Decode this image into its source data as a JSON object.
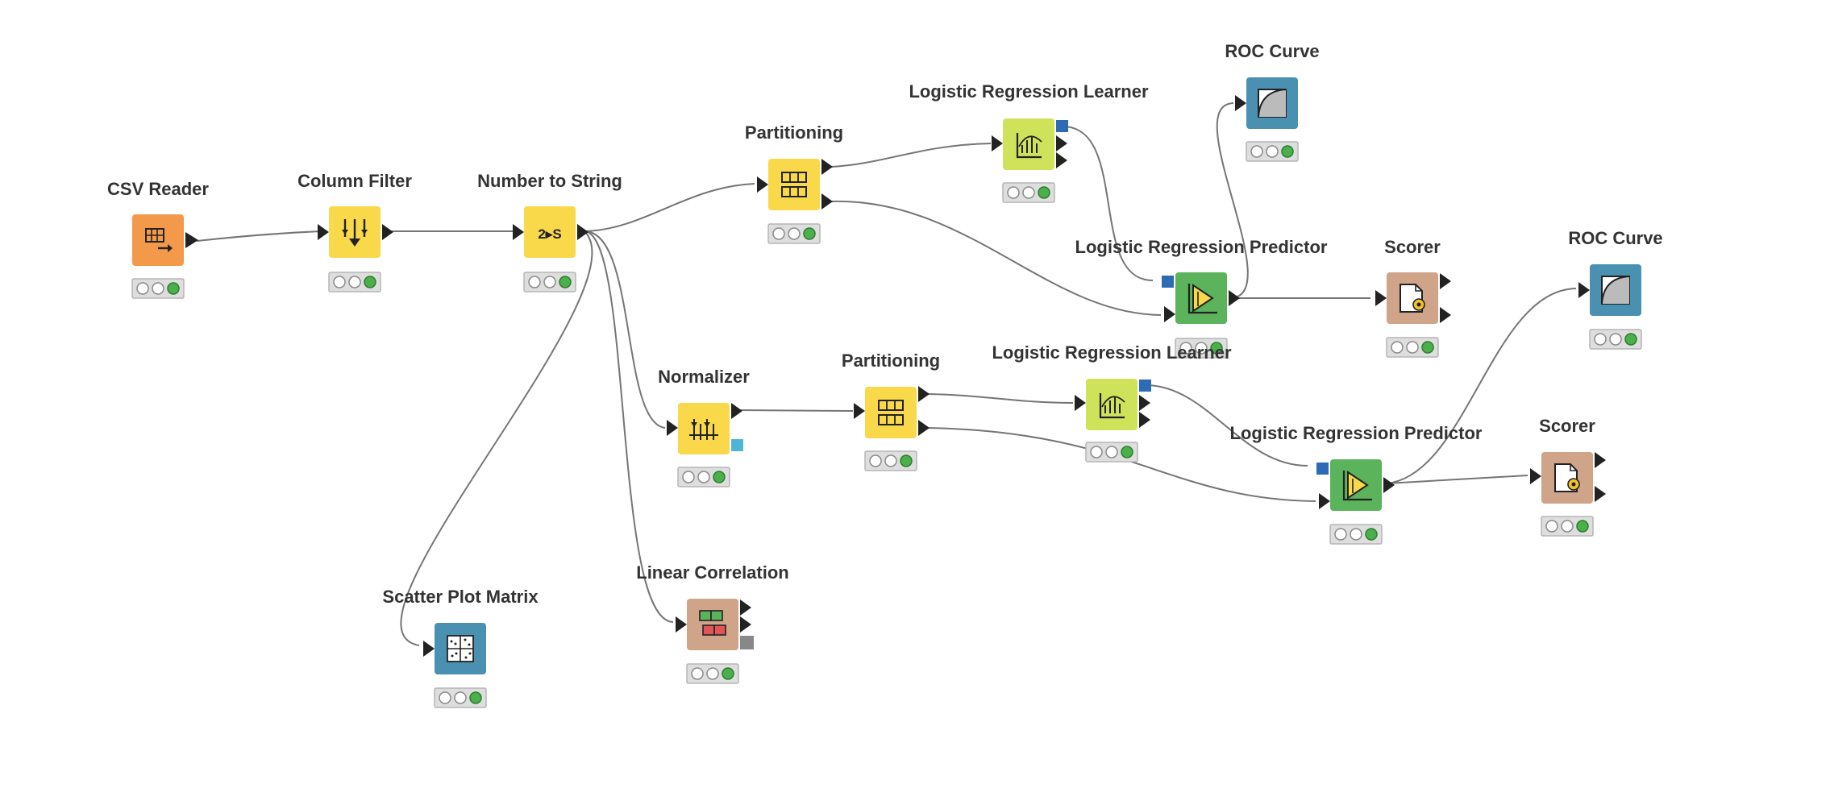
{
  "workflow": {
    "nodes": {
      "csv_reader": {
        "title": "CSV Reader",
        "color": "#F2994A"
      },
      "column_filter": {
        "title": "Column Filter",
        "color": "#F9D94A"
      },
      "number_to_string": {
        "title": "Number to String",
        "color": "#F9D94A",
        "icon_text": "2▸S"
      },
      "partitioning_1": {
        "title": "Partitioning",
        "color": "#F9D94A"
      },
      "logistic_regression_learner_1": {
        "title": "Logistic Regression Learner",
        "color": "#CFE35A"
      },
      "roc_curve_1": {
        "title": "ROC Curve",
        "color": "#4A90B0"
      },
      "logistic_regression_predictor_1": {
        "title": "Logistic Regression Predictor",
        "color": "#5BB35B"
      },
      "scorer_1": {
        "title": "Scorer",
        "color": "#CFA488"
      },
      "roc_curve_2": {
        "title": "ROC Curve",
        "color": "#4A90B0"
      },
      "normalizer": {
        "title": "Normalizer",
        "color": "#F9D94A"
      },
      "partitioning_2": {
        "title": "Partitioning",
        "color": "#F9D94A"
      },
      "logistic_regression_learner_2": {
        "title": "Logistic Regression Learner",
        "color": "#CFE35A"
      },
      "logistic_regression_predictor_2": {
        "title": "Logistic Regression Predictor",
        "color": "#5BB35B"
      },
      "scorer_2": {
        "title": "Scorer",
        "color": "#CFA488"
      },
      "linear_correlation": {
        "title": "Linear Correlation",
        "color": "#CFA488"
      },
      "scatter_plot_matrix": {
        "title": "Scatter Plot Matrix",
        "color": "#4A90B0"
      }
    },
    "status": "executed",
    "port_colors": {
      "model": "#2D6BB5",
      "normalizer_model": "#4FB5D6",
      "correlation_model": "#888888"
    }
  }
}
